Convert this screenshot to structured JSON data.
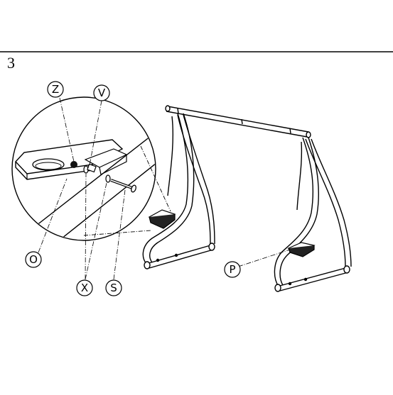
{
  "step": {
    "number": "3"
  },
  "callouts": {
    "Z": "Z",
    "V": "V",
    "O": "O",
    "X": "X",
    "S": "S",
    "P": "P"
  },
  "colors": {
    "line": "#000000",
    "background": "#ffffff",
    "leader": "#000000"
  }
}
